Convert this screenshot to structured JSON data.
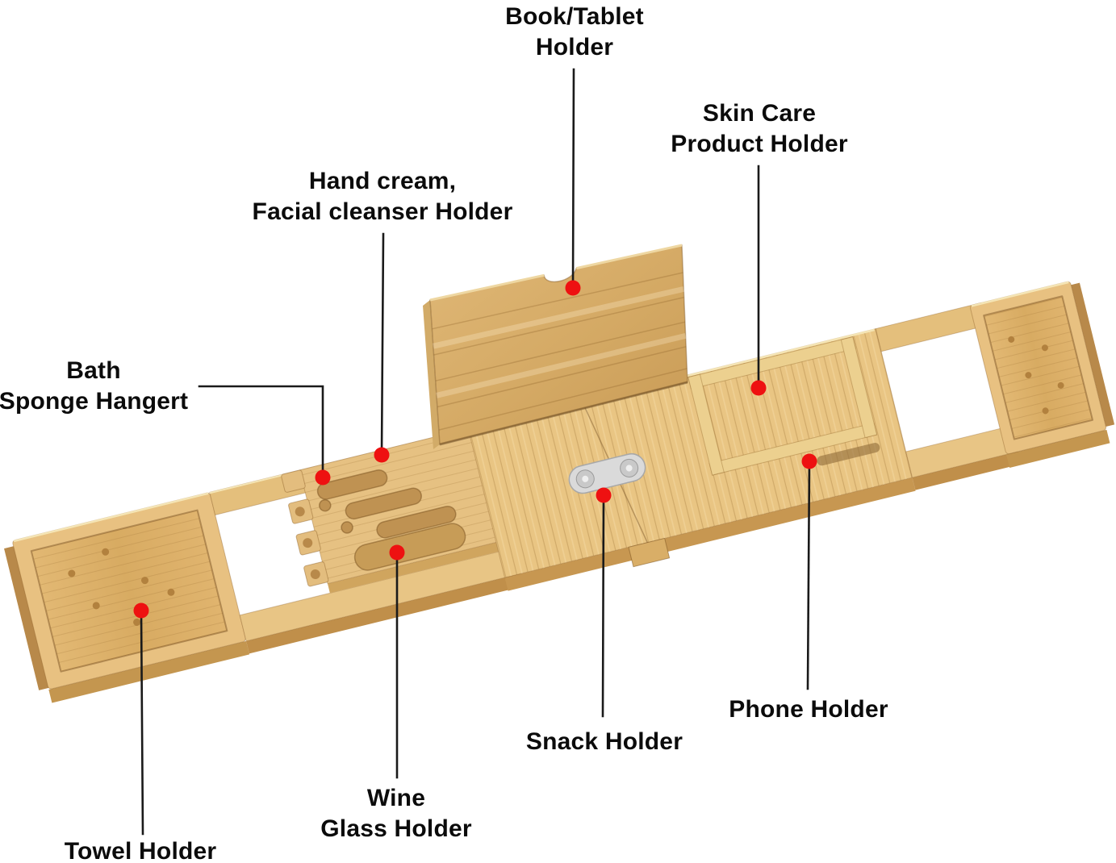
{
  "page": {
    "subject": "Bamboo bathtub caddy tray with annotated features",
    "background": "#ffffff"
  },
  "annotations": {
    "dot_color": "#ee1111",
    "line_color": "#1a1a1a",
    "label_color": "#0b0b0b",
    "labels": {
      "book_tablet": "Book/Tablet\nHolder",
      "skin_care": "Skin Care\nProduct Holder",
      "hand_cream": "Hand cream,\nFacial cleanser Holder",
      "bath_sponge": "Bath\nSponge Hangert",
      "towel": "Towel Holder",
      "wine_glass": "Wine\nGlass Holder",
      "snack": "Snack Holder",
      "phone": "Phone Holder"
    }
  },
  "product_colors": {
    "bamboo_top": "#e9c583",
    "bamboo_rail": "#e4bf7c",
    "bamboo_floor": "#ddb069",
    "bamboo_side": "#c4964f",
    "bamboo_end": "#b8894a",
    "slot_fill": "#bf9252",
    "board_light": "#e0b877",
    "board_dark": "#c89a55",
    "highlight": "#f5e5b5",
    "hinge_metal": "#dadada"
  }
}
